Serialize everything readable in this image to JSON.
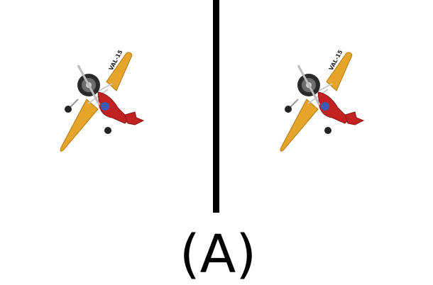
{
  "panels": [
    {
      "image": "toy-airplane-illustration",
      "tail_text": "VAL-15"
    },
    {
      "image": "toy-airplane-illustration",
      "tail_text": "VAL-15"
    }
  ],
  "caption": "(A)",
  "colors": {
    "wing_yellow": "#e4a52a",
    "body_red": "#c32222",
    "engine_dark": "#2b2b2b",
    "divider": "#000000"
  }
}
